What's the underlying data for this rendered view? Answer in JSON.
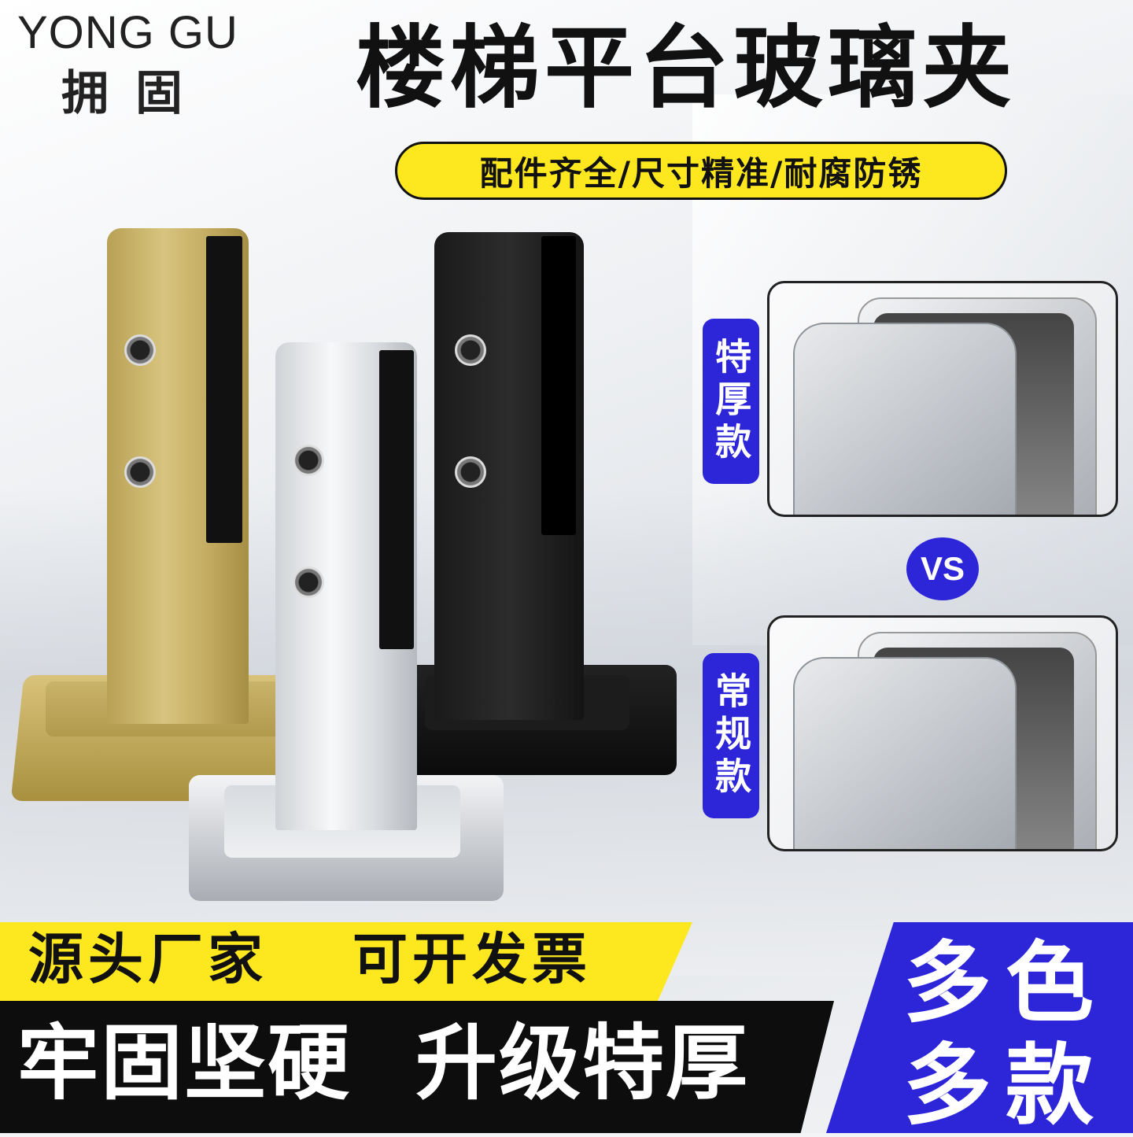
{
  "brand": {
    "name_en": "YONG GU",
    "name_cn": "拥固"
  },
  "header": {
    "title": "楼梯平台玻璃夹",
    "tagline": "配件齐全/尺寸精准/耐腐防锈"
  },
  "comparison": {
    "thick_label": "特厚款",
    "normal_label": "常规款",
    "vs": "VS"
  },
  "banners": {
    "source": "源头厂家",
    "invoice": "可开发票",
    "strong": "牢固坚硬",
    "upgrade": "升级特厚",
    "colors": "多色",
    "styles": "多款"
  },
  "products": [
    "gold",
    "silver",
    "black"
  ],
  "colors": {
    "accent_yellow": "#fde81f",
    "accent_blue": "#2d26d9",
    "dark": "#0d0d0d"
  }
}
